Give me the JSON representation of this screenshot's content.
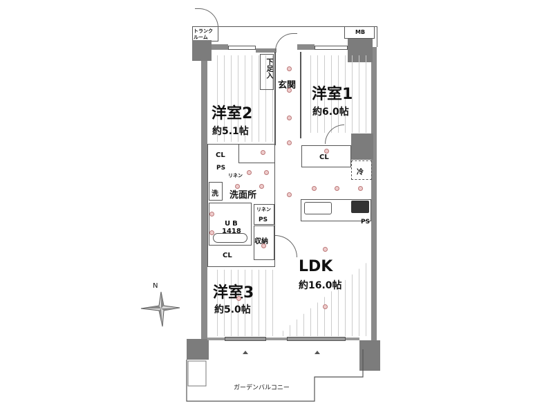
{
  "rooms": {
    "western2": {
      "name": "洋室2",
      "area": "約5.1帖"
    },
    "western1": {
      "name": "洋室1",
      "area": "約6.0帖"
    },
    "western3": {
      "name": "洋室3",
      "area": "約5.0帖"
    },
    "ldk": {
      "name": "LDK",
      "area": "約16.0帖"
    }
  },
  "labels": {
    "trunk_room": "トランクルーム",
    "mb": "MB",
    "shoe_box": "下足入",
    "entrance": "玄関",
    "cl": "CL",
    "ps": "PS",
    "linen": "リネン",
    "laundry": "洗",
    "washroom": "洗面所",
    "ub": "UB",
    "ub_size": "1418",
    "storage": "収納",
    "fridge": "冷",
    "balcony": "ガーデンバルコニー",
    "north": "N"
  },
  "colors": {
    "wall": "#8a8a8a",
    "light_fixture": "#c98a8a"
  }
}
